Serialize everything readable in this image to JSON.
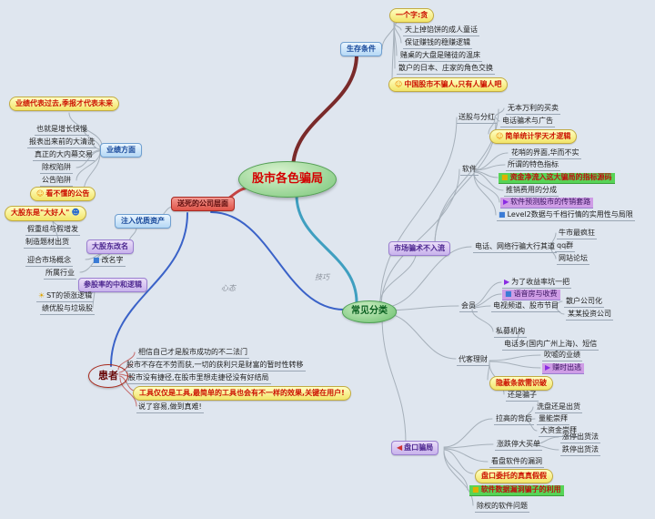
{
  "title": "股市各色骗局思维导图",
  "colors": {
    "background": "#dfe6ef",
    "center_text": "#d40000",
    "main_branch_red": "#7a2a2a",
    "branch_blue": "#3a62c8",
    "branch_teal": "#3f9fc0",
    "highlight_green": "#57d457",
    "highlight_yellow": "#f2e468",
    "highlight_purple": "#c8b2ec"
  },
  "nodes": [
    {
      "id": "center",
      "type": "center",
      "label": "股市各色骗局"
    },
    {
      "id": "survival",
      "type": "rect-blue",
      "label": "生存条件"
    },
    {
      "id": "greed",
      "type": "oval-yellow",
      "label": "一个字:贪"
    },
    {
      "id": "g1",
      "type": "plain",
      "label": "天上掉馅饼的成人童话"
    },
    {
      "id": "g2",
      "type": "plain",
      "label": "保证赚钱的稳赚逻辑"
    },
    {
      "id": "g3",
      "type": "plain",
      "label": "赌桌的大盘是赌徒的温床"
    },
    {
      "id": "g4",
      "type": "plain",
      "label": "散户的日本、庄家的角色交换"
    },
    {
      "id": "g5",
      "type": "oval-yellow",
      "label": "中国股市不骗人,只有人骗人吧",
      "icon": "smiley-icon"
    },
    {
      "id": "lt1",
      "type": "oval-yellow",
      "label": "业绩代表过去,季报才代表未来"
    },
    {
      "id": "perf",
      "type": "rect-blue",
      "label": "业绩方面"
    },
    {
      "id": "p1",
      "type": "plain",
      "label": "也就是增长快慢"
    },
    {
      "id": "p2",
      "type": "plain",
      "label": "报表出来前的大清洗"
    },
    {
      "id": "p3",
      "type": "plain",
      "label": "真正的大内幕交易"
    },
    {
      "id": "p4",
      "type": "plain",
      "label": "除权陷阱"
    },
    {
      "id": "p5",
      "type": "plain",
      "label": "公告陷阱"
    },
    {
      "id": "p6",
      "type": "oval-yellow",
      "label": "看不懂的公告",
      "icon": "smiley-icon"
    },
    {
      "id": "boss",
      "type": "oval-yellow",
      "label": "大股东是\"大好人\"",
      "icon_after": "person-icon"
    },
    {
      "id": "b1",
      "type": "plain",
      "label": "假重组与假增发"
    },
    {
      "id": "b2",
      "type": "plain",
      "label": "制造题材出货"
    },
    {
      "id": "inject",
      "type": "rect-blue",
      "label": "注入优质资产"
    },
    {
      "id": "rename",
      "type": "purple-rect",
      "label": "大股东改名"
    },
    {
      "id": "r1",
      "type": "plain",
      "label": "迎合市场概念"
    },
    {
      "id": "r2",
      "type": "plain",
      "label": "改名字",
      "icon": "blue-square-icon"
    },
    {
      "id": "r3",
      "type": "plain",
      "label": "所属行业"
    },
    {
      "id": "logic",
      "type": "purple-rect",
      "label": "参股率的中和逻辑"
    },
    {
      "id": "l1",
      "type": "plain",
      "label": "ST的领涨逻辑",
      "icon": "sun-icon"
    },
    {
      "id": "l2",
      "type": "plain",
      "label": "绩优股与垃圾股"
    },
    {
      "id": "deadco",
      "type": "rect-red",
      "label": "送死的公司层面"
    },
    {
      "id": "common",
      "type": "ellipse-green",
      "label": "常见分类"
    },
    {
      "id": "patient",
      "type": "ellipse-red",
      "label": "患者"
    },
    {
      "id": "q1",
      "type": "plain",
      "label": "相信自己才是股市成功的不二法门"
    },
    {
      "id": "q2",
      "type": "plain",
      "label": "股市不存在不劳而获,一切的获利只是财富的暂时性转移"
    },
    {
      "id": "q3",
      "type": "plain",
      "label": "股市没有捷径,在股市里想走捷径没有好结局"
    },
    {
      "id": "q4",
      "type": "oval-yellow",
      "label": "工具仅仅是工具,最简单的工具也会有不一样的效果,关键在用户!"
    },
    {
      "id": "q5",
      "type": "plain",
      "label": "说了容易,做到真难!"
    },
    {
      "id": "lab1",
      "type": "edge-label",
      "label": "心态"
    },
    {
      "id": "lab2",
      "type": "edge-label",
      "label": "技巧"
    },
    {
      "id": "lowend",
      "type": "purple-rect",
      "label": "市场骗术不入流"
    },
    {
      "id": "divid",
      "type": "plain",
      "label": "送股与分红"
    },
    {
      "id": "le1",
      "type": "plain",
      "label": "无本万利的买卖"
    },
    {
      "id": "le2",
      "type": "plain",
      "label": "电话骗术与广告"
    },
    {
      "id": "le3",
      "type": "oval-yellow",
      "label": "简单统计学天才逻辑",
      "icon": "smiley-icon"
    },
    {
      "id": "software",
      "type": "plain",
      "label": "软件"
    },
    {
      "id": "s_ui",
      "type": "plain",
      "label": "花哨的界面,华而不实"
    },
    {
      "id": "s_feat",
      "type": "plain",
      "label": "所谓的特色指标"
    },
    {
      "id": "s_flow",
      "type": "green-hl",
      "label": "资金净流入这大骗局的指标源码",
      "icon": "yellow-square-icon"
    },
    {
      "id": "s_fee",
      "type": "plain",
      "label": "推销费用的分成"
    },
    {
      "id": "s_mlm",
      "type": "purple-hl",
      "label": "软件预测股市的传销套路",
      "icon": "play-icon"
    },
    {
      "id": "s_l2",
      "type": "plain",
      "label": "Level2数据与千档行情的实用性与局限",
      "icon": "blue-square-icon"
    },
    {
      "id": "phone",
      "type": "plain",
      "label": "电话、网络行骗大行其道"
    },
    {
      "id": "bull",
      "type": "plain",
      "label": "牛市最疯狂"
    },
    {
      "id": "qq",
      "type": "plain",
      "label": "qq群"
    },
    {
      "id": "web",
      "type": "plain",
      "label": "网站论坛"
    },
    {
      "id": "member",
      "type": "plain",
      "label": "会员"
    },
    {
      "id": "m1",
      "type": "plain",
      "label": "为了收益率坑一把",
      "icon": "play-icon"
    },
    {
      "id": "m2",
      "type": "purple-hl",
      "label": "语音房与收费",
      "icon": "blue-square-icon"
    },
    {
      "id": "tv",
      "type": "plain",
      "label": "电视频道、股市节目"
    },
    {
      "id": "tv1",
      "type": "plain",
      "label": "散户公司化"
    },
    {
      "id": "tv2",
      "type": "plain",
      "label": "某某投资公司"
    },
    {
      "id": "pm",
      "type": "plain",
      "label": "私募机构"
    },
    {
      "id": "pm1",
      "type": "plain",
      "label": "电话多(国内广州上海)、短信"
    },
    {
      "id": "agent",
      "type": "plain",
      "label": "代客理财"
    },
    {
      "id": "a1",
      "type": "plain",
      "label": "吹嘘的业绩"
    },
    {
      "id": "a2",
      "type": "purple-hl",
      "label": "赚时出逃",
      "icon": "play-icon"
    },
    {
      "id": "a3",
      "type": "oval-yellow",
      "label": "隐蔽条款需识破"
    },
    {
      "id": "a4",
      "type": "plain",
      "label": "还是骗子"
    },
    {
      "id": "pk",
      "type": "purple-rect",
      "label": "盘口骗局",
      "icon": "red-arrow-icon"
    },
    {
      "id": "k1",
      "type": "plain",
      "label": "拉高的背后"
    },
    {
      "id": "k1a",
      "type": "plain",
      "label": "洗盘还是出货"
    },
    {
      "id": "k1b",
      "type": "plain",
      "label": "量能崇拜"
    },
    {
      "id": "k1c",
      "type": "plain",
      "label": "大资金崇拜"
    },
    {
      "id": "k2",
      "type": "plain",
      "label": "涨跌停大买单"
    },
    {
      "id": "k2a",
      "type": "plain",
      "label": "涨停出货法"
    },
    {
      "id": "k2b",
      "type": "plain",
      "label": "跌停出货法"
    },
    {
      "id": "k3",
      "type": "plain",
      "label": "看盘软件的漏洞"
    },
    {
      "id": "k4",
      "type": "oval-yellow",
      "label": "盘口委托的真真假假"
    },
    {
      "id": "k5",
      "type": "green-hl",
      "label": "软件数据漏洞骗子的利用",
      "icon": "yellow-square-icon"
    },
    {
      "id": "k6",
      "type": "plain",
      "label": "除权的软件问题"
    }
  ]
}
